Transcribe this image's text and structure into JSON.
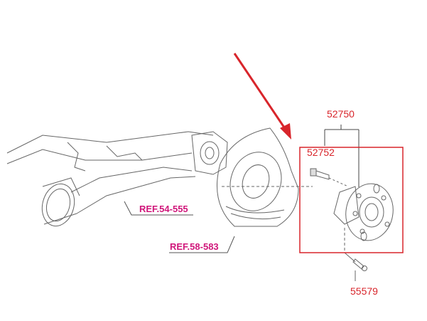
{
  "labels": {
    "assembly": "52750",
    "pin": "52752",
    "bolt": "55579",
    "ref_arm": "REF.54-555",
    "ref_shield": "REF.58-583"
  },
  "colors": {
    "highlight": "#d8252b",
    "ref": "#d0167a",
    "line": "#555555"
  }
}
